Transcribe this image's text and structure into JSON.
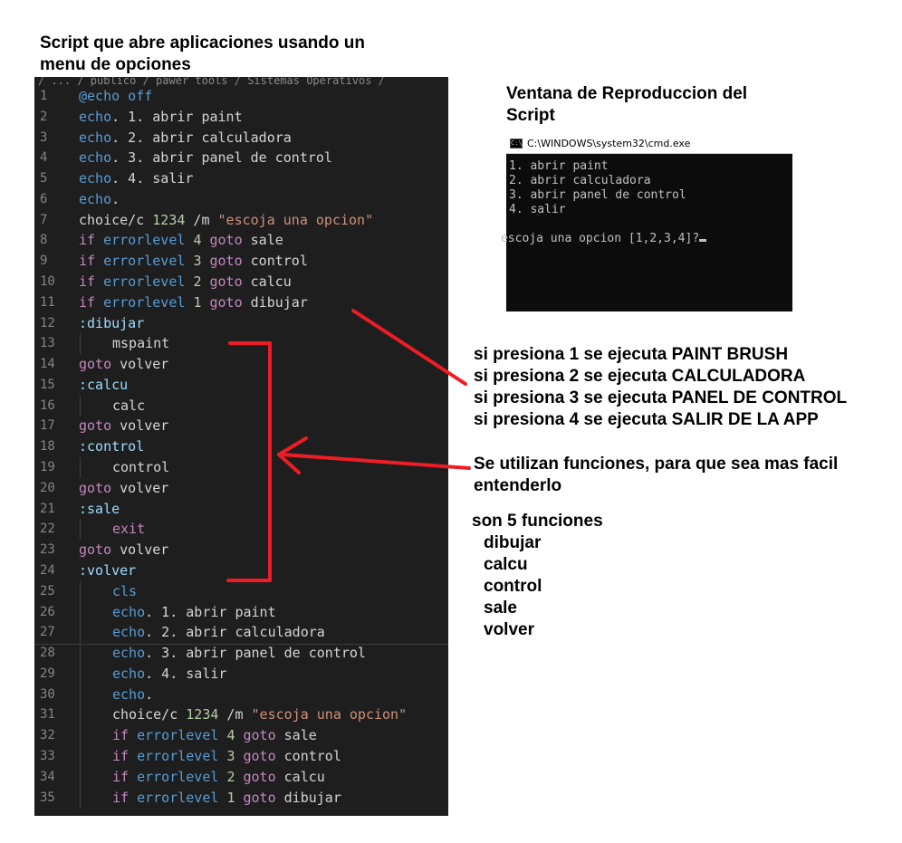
{
  "title": [
    "Script que abre aplicaciones usando un",
    "menu de opciones"
  ],
  "editor": {
    "breadcrumb": "/ ... / publico / pawer tools / Sistemas Operativos /",
    "lines": [
      {
        "n": "1",
        "indent": 0,
        "tokens": [
          {
            "c": "kw",
            "t": "@echo off"
          }
        ]
      },
      {
        "n": "2",
        "indent": 0,
        "tokens": [
          {
            "c": "kw",
            "t": "echo"
          },
          {
            "c": "plain",
            "t": ". 1. abrir paint"
          }
        ]
      },
      {
        "n": "3",
        "indent": 0,
        "tokens": [
          {
            "c": "kw",
            "t": "echo"
          },
          {
            "c": "plain",
            "t": ". 2. abrir calculadora"
          }
        ]
      },
      {
        "n": "4",
        "indent": 0,
        "tokens": [
          {
            "c": "kw",
            "t": "echo"
          },
          {
            "c": "plain",
            "t": ". 3. abrir panel de control"
          }
        ]
      },
      {
        "n": "5",
        "indent": 0,
        "tokens": [
          {
            "c": "kw",
            "t": "echo"
          },
          {
            "c": "plain",
            "t": ". 4. salir"
          }
        ]
      },
      {
        "n": "6",
        "indent": 0,
        "tokens": [
          {
            "c": "kw",
            "t": "echo"
          },
          {
            "c": "plain",
            "t": "."
          }
        ]
      },
      {
        "n": "7",
        "indent": 0,
        "tokens": [
          {
            "c": "plain",
            "t": "choice/c "
          },
          {
            "c": "num",
            "t": "1234"
          },
          {
            "c": "plain",
            "t": " /m "
          },
          {
            "c": "str",
            "t": "\"escoja una opcion\""
          }
        ]
      },
      {
        "n": "8",
        "indent": 0,
        "tokens": [
          {
            "c": "ctl",
            "t": "if"
          },
          {
            "c": "plain",
            "t": " "
          },
          {
            "c": "kw",
            "t": "errorlevel"
          },
          {
            "c": "plain",
            "t": " "
          },
          {
            "c": "num",
            "t": "4"
          },
          {
            "c": "plain",
            "t": " "
          },
          {
            "c": "ctl",
            "t": "goto"
          },
          {
            "c": "plain",
            "t": " sale"
          }
        ]
      },
      {
        "n": "9",
        "indent": 0,
        "tokens": [
          {
            "c": "ctl",
            "t": "if"
          },
          {
            "c": "plain",
            "t": " "
          },
          {
            "c": "kw",
            "t": "errorlevel"
          },
          {
            "c": "plain",
            "t": " "
          },
          {
            "c": "num",
            "t": "3"
          },
          {
            "c": "plain",
            "t": " "
          },
          {
            "c": "ctl",
            "t": "goto"
          },
          {
            "c": "plain",
            "t": " control"
          }
        ]
      },
      {
        "n": "10",
        "indent": 0,
        "tokens": [
          {
            "c": "ctl",
            "t": "if"
          },
          {
            "c": "plain",
            "t": " "
          },
          {
            "c": "kw",
            "t": "errorlevel"
          },
          {
            "c": "plain",
            "t": " "
          },
          {
            "c": "num",
            "t": "2"
          },
          {
            "c": "plain",
            "t": " "
          },
          {
            "c": "ctl",
            "t": "goto"
          },
          {
            "c": "plain",
            "t": " calcu"
          }
        ]
      },
      {
        "n": "11",
        "indent": 0,
        "tokens": [
          {
            "c": "ctl",
            "t": "if"
          },
          {
            "c": "plain",
            "t": " "
          },
          {
            "c": "kw",
            "t": "errorlevel"
          },
          {
            "c": "plain",
            "t": " "
          },
          {
            "c": "num",
            "t": "1"
          },
          {
            "c": "plain",
            "t": " "
          },
          {
            "c": "ctl",
            "t": "goto"
          },
          {
            "c": "plain",
            "t": " dibujar"
          }
        ]
      },
      {
        "n": "12",
        "indent": 0,
        "tokens": [
          {
            "c": "lbl",
            "t": ":dibujar"
          }
        ]
      },
      {
        "n": "13",
        "indent": 1,
        "tokens": [
          {
            "c": "plain",
            "t": "mspaint"
          }
        ]
      },
      {
        "n": "14",
        "indent": 0,
        "tokens": [
          {
            "c": "ctl",
            "t": "goto"
          },
          {
            "c": "plain",
            "t": " volver"
          }
        ]
      },
      {
        "n": "15",
        "indent": 0,
        "tokens": [
          {
            "c": "lbl",
            "t": ":calcu"
          }
        ]
      },
      {
        "n": "16",
        "indent": 1,
        "tokens": [
          {
            "c": "plain",
            "t": "calc"
          }
        ]
      },
      {
        "n": "17",
        "indent": 0,
        "tokens": [
          {
            "c": "ctl",
            "t": "goto"
          },
          {
            "c": "plain",
            "t": " volver"
          }
        ]
      },
      {
        "n": "18",
        "indent": 0,
        "tokens": [
          {
            "c": "lbl",
            "t": ":control"
          }
        ]
      },
      {
        "n": "19",
        "indent": 1,
        "tokens": [
          {
            "c": "plain",
            "t": "control"
          }
        ]
      },
      {
        "n": "20",
        "indent": 0,
        "tokens": [
          {
            "c": "ctl",
            "t": "goto"
          },
          {
            "c": "plain",
            "t": " volver"
          }
        ]
      },
      {
        "n": "21",
        "indent": 0,
        "tokens": [
          {
            "c": "lbl",
            "t": ":sale"
          }
        ]
      },
      {
        "n": "22",
        "indent": 1,
        "tokens": [
          {
            "c": "ctl",
            "t": "exit"
          }
        ]
      },
      {
        "n": "23",
        "indent": 0,
        "tokens": [
          {
            "c": "ctl",
            "t": "goto"
          },
          {
            "c": "plain",
            "t": " volver"
          }
        ]
      },
      {
        "n": "24",
        "indent": 0,
        "tokens": [
          {
            "c": "lbl",
            "t": ":volver"
          }
        ]
      },
      {
        "n": "25",
        "indent": 1,
        "tokens": [
          {
            "c": "kw",
            "t": "cls"
          }
        ]
      },
      {
        "n": "26",
        "indent": 1,
        "tokens": [
          {
            "c": "kw",
            "t": "echo"
          },
          {
            "c": "plain",
            "t": ". 1. abrir paint"
          }
        ]
      },
      {
        "n": "27",
        "indent": 1,
        "tokens": [
          {
            "c": "kw",
            "t": "echo"
          },
          {
            "c": "plain",
            "t": ". 2. abrir calculadora"
          }
        ]
      },
      {
        "n": "28",
        "indent": 1,
        "tokens": [
          {
            "c": "kw",
            "t": "echo"
          },
          {
            "c": "plain",
            "t": ". 3. abrir panel de control"
          }
        ]
      },
      {
        "n": "29",
        "indent": 1,
        "tokens": [
          {
            "c": "kw",
            "t": "echo"
          },
          {
            "c": "plain",
            "t": ". 4. salir"
          }
        ]
      },
      {
        "n": "30",
        "indent": 1,
        "tokens": [
          {
            "c": "kw",
            "t": "echo"
          },
          {
            "c": "plain",
            "t": "."
          }
        ]
      },
      {
        "n": "31",
        "indent": 1,
        "tokens": [
          {
            "c": "plain",
            "t": "choice/c "
          },
          {
            "c": "num",
            "t": "1234"
          },
          {
            "c": "plain",
            "t": " /m "
          },
          {
            "c": "str",
            "t": "\"escoja una opcion\""
          }
        ]
      },
      {
        "n": "32",
        "indent": 1,
        "tokens": [
          {
            "c": "ctl",
            "t": "if"
          },
          {
            "c": "plain",
            "t": " "
          },
          {
            "c": "kw",
            "t": "errorlevel"
          },
          {
            "c": "plain",
            "t": " "
          },
          {
            "c": "num",
            "t": "4"
          },
          {
            "c": "plain",
            "t": " "
          },
          {
            "c": "ctl",
            "t": "goto"
          },
          {
            "c": "plain",
            "t": " sale"
          }
        ]
      },
      {
        "n": "33",
        "indent": 1,
        "tokens": [
          {
            "c": "ctl",
            "t": "if"
          },
          {
            "c": "plain",
            "t": " "
          },
          {
            "c": "kw",
            "t": "errorlevel"
          },
          {
            "c": "plain",
            "t": " "
          },
          {
            "c": "num",
            "t": "3"
          },
          {
            "c": "plain",
            "t": " "
          },
          {
            "c": "ctl",
            "t": "goto"
          },
          {
            "c": "plain",
            "t": " control"
          }
        ]
      },
      {
        "n": "34",
        "indent": 1,
        "tokens": [
          {
            "c": "ctl",
            "t": "if"
          },
          {
            "c": "plain",
            "t": " "
          },
          {
            "c": "kw",
            "t": "errorlevel"
          },
          {
            "c": "plain",
            "t": " "
          },
          {
            "c": "num",
            "t": "2"
          },
          {
            "c": "plain",
            "t": " "
          },
          {
            "c": "ctl",
            "t": "goto"
          },
          {
            "c": "plain",
            "t": " calcu"
          }
        ]
      },
      {
        "n": "35",
        "indent": 1,
        "tokens": [
          {
            "c": "ctl",
            "t": "if"
          },
          {
            "c": "plain",
            "t": " "
          },
          {
            "c": "kw",
            "t": "errorlevel"
          },
          {
            "c": "plain",
            "t": " "
          },
          {
            "c": "num",
            "t": "1"
          },
          {
            "c": "plain",
            "t": " "
          },
          {
            "c": "ctl",
            "t": "goto"
          },
          {
            "c": "plain",
            "t": " dibujar"
          }
        ]
      }
    ]
  },
  "cmd": {
    "heading": [
      "Ventana de Reproduccion del",
      "Script"
    ],
    "window_title": "C:\\WINDOWS\\system32\\cmd.exe",
    "icon_text": "C:\\",
    "output": [
      "1. abrir paint",
      "2. abrir calculadora",
      "3. abrir panel de control",
      "4. salir",
      "",
      "escoja una opcion [1,2,3,4]?"
    ]
  },
  "notes": {
    "options": [
      "si presiona 1 se ejecuta PAINT BRUSH",
      "si presiona 2 se ejecuta CALCULADORA",
      "si presiona 3 se ejecuta PANEL DE CONTROL",
      "si presiona 4 se ejecuta SALIR DE LA APP"
    ],
    "functions_note": [
      "Se utilizan funciones, para que sea mas facil",
      "entenderlo"
    ],
    "count": "son 5 funciones",
    "function_names": [
      "dibujar",
      "calcu",
      "control",
      "sale",
      "volver"
    ]
  },
  "colors": {
    "editor_bg": "#1e1e1e",
    "keyword": "#569cd6",
    "control": "#c586c0",
    "number": "#b5cea8",
    "string": "#ce9178",
    "annotation_red": "#ee1c24"
  }
}
